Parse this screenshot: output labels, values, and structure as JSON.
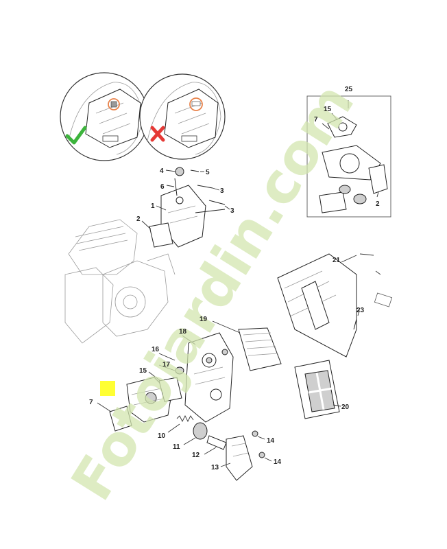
{
  "diagram": {
    "callouts": {
      "c1": "1",
      "c2a": "2",
      "c2b": "2",
      "c3a": "3",
      "c3b": "3",
      "c4": "4",
      "c5": "5",
      "c6": "6",
      "c7a": "7",
      "c7b": "7",
      "c10": "10",
      "c11": "11",
      "c12": "12",
      "c13": "13",
      "c14a": "14",
      "c14b": "14",
      "c15a": "15",
      "c15b": "15",
      "c16": "16",
      "c17": "17",
      "c18": "18",
      "c19": "19",
      "c20": "20",
      "c21": "21",
      "c23": "23",
      "c25": "25"
    },
    "watermark": "Fotojardin.com",
    "colors": {
      "check_mark": "#3cb43c",
      "cross_mark": "#e53935",
      "highlight_circle": "#e8824a",
      "yellow_marker": "#ffff33",
      "watermark": "#d3e6b0"
    }
  }
}
